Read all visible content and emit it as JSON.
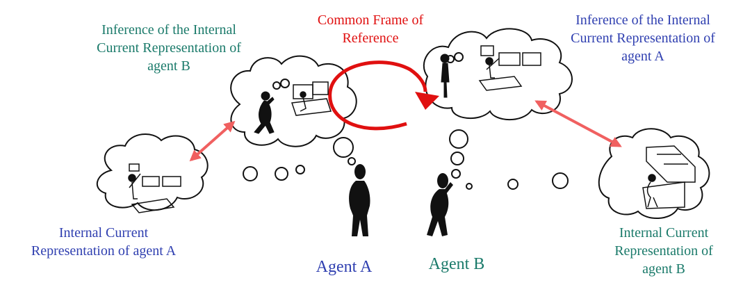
{
  "colors": {
    "teal": "#1a7a6a",
    "blue": "#2f3fb0",
    "red": "#e01010",
    "arrow": "#f06060",
    "ink": "#111111"
  },
  "labels": {
    "inference_of_b": [
      "Inference  of the Internal",
      "Current Representation  of",
      "agent  B"
    ],
    "common_frame": [
      "Common Frame of",
      "Reference"
    ],
    "inference_of_a": [
      "Inference  of the Internal",
      "Current Representation  of",
      "agent  A"
    ],
    "internal_a": [
      "Internal  Current",
      "Representation  of agent A"
    ],
    "internal_b": [
      "Internal  Current",
      "Representation   of",
      "agent  B"
    ],
    "agent_a": "Agent A",
    "agent_b": "Agent B"
  },
  "icons": {
    "figure_thinking": "stick-figure-thinking-icon",
    "figure_standing": "stick-figure-standing-icon",
    "workstation": "operator-workstation-icon",
    "circular_arrow": "circular-arrow-icon",
    "double_arrow": "double-headed-arrow-icon",
    "thought_bubble": "thought-bubble-icon"
  }
}
